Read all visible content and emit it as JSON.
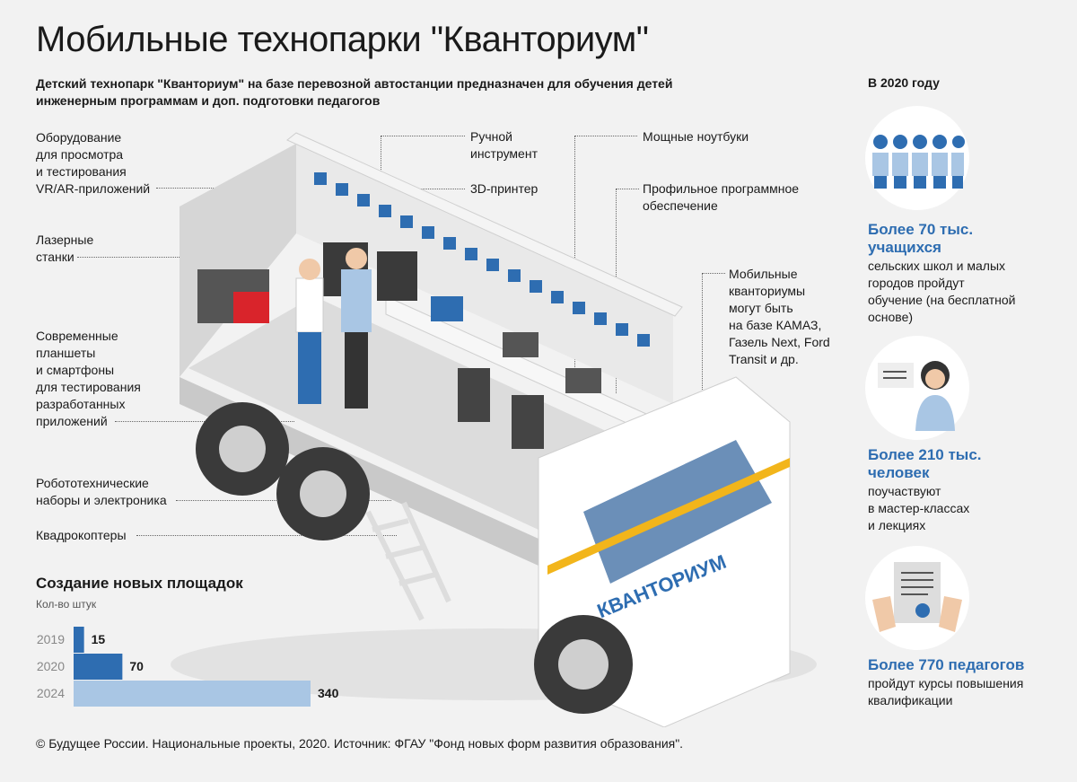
{
  "title": "Мобильные технопарки \"Кванториум\"",
  "subtitle": "Детский технопарк \"Кванториум\" на базе перевозной автостанции предназначен для обучения детей инженерным программам и доп. подготовки педагогов",
  "labels": {
    "vr": [
      "Оборудование",
      "для просмотра",
      "и тестирования",
      "VR/AR-приложений"
    ],
    "laser": [
      "Лазерные",
      "станки"
    ],
    "tablets": [
      "Современные",
      "планшеты",
      "и смартфоны",
      "для тестирования",
      "разработанных",
      "приложений"
    ],
    "robotics": [
      "Робототехнические",
      "наборы и электроника"
    ],
    "drones": "Квадрокоптеры",
    "tools": [
      "Ручной",
      "инструмент"
    ],
    "printer": "3D-принтер",
    "laptops": "Мощные ноутбуки",
    "software": [
      "Профильное программное",
      "обеспечение"
    ],
    "mobile": [
      "Мобильные",
      "кванториумы",
      "могут быть",
      "на базе КАМАЗ,",
      "Газель Next, Ford",
      "Transit и др."
    ]
  },
  "truck_brand": "КВАНТОРИУМ",
  "stats": {
    "year": "В 2020 году",
    "items": [
      {
        "title": [
          "Более 70 тыс.",
          "учащихся"
        ],
        "text": [
          "сельских школ и малых",
          "городов пройдут",
          "обучение (на бесплатной",
          "основе)"
        ]
      },
      {
        "title": [
          "Более 210 тыс.",
          "человек"
        ],
        "text": [
          "поучаствуют",
          "в мастер-классах",
          "и лекциях"
        ]
      },
      {
        "title": [
          "Более 770 педагогов"
        ],
        "text": [
          "пройдут курсы повышения",
          "квалификации"
        ]
      }
    ]
  },
  "chart_data": {
    "type": "bar",
    "title": "Создание новых площадок",
    "ylabel": "Кол-во штук",
    "categories": [
      "2019",
      "2020",
      "2024"
    ],
    "values": [
      15,
      70,
      340
    ],
    "colors": [
      "#2e6db1",
      "#2e6db1",
      "#a9c6e4"
    ]
  },
  "footer": "© Будущее России. Национальные проекты, 2020. Источник: ФГАУ \"Фонд новых форм развития образования\"."
}
